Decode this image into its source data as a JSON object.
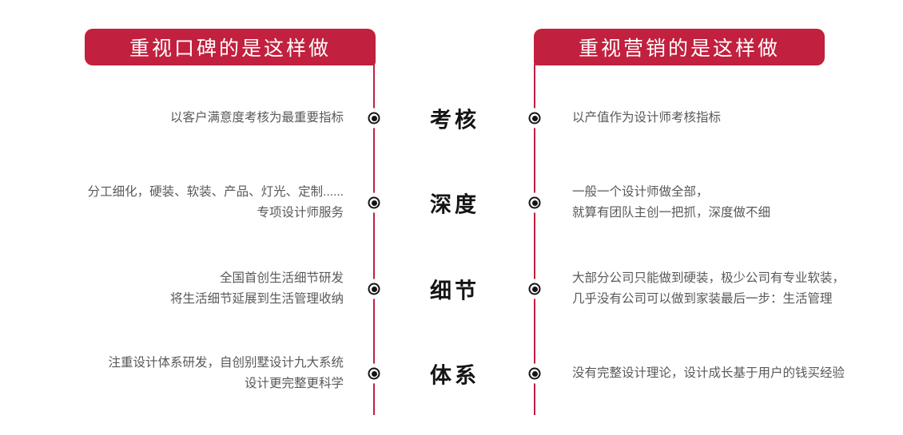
{
  "theme": {
    "accent_red": "#C1203E",
    "body_text_gray": "#5a5858",
    "label_black": "#141414",
    "background": "#ffffff"
  },
  "left_column": {
    "header": "重视口碑的是这样做",
    "items": [
      {
        "lines": [
          "以客户满意度考核为最重要指标"
        ]
      },
      {
        "lines": [
          "分工细化，硬装、软装、产品、灯光、定制......",
          "专项设计师服务"
        ]
      },
      {
        "lines": [
          "全国首创生活细节研发",
          "将生活细节延展到生活管理收纳"
        ]
      },
      {
        "lines": [
          "注重设计体系研发，自创别墅设计九大系统",
          "设计更完整更科学"
        ]
      }
    ]
  },
  "center_labels": [
    "考核",
    "深度",
    "细节",
    "体系"
  ],
  "right_column": {
    "header": "重视营销的是这样做",
    "items": [
      {
        "lines": [
          "以产值作为设计师考核指标"
        ]
      },
      {
        "lines": [
          "一般一个设计师做全部，",
          "就算有团队主创一把抓，深度做不细"
        ]
      },
      {
        "lines": [
          "大部分公司只能做到硬装，极少公司有专业软装，",
          "几乎没有公司可以做到家装最后一步：生活管理"
        ]
      },
      {
        "lines": [
          "没有完整设计理论，设计成长基于用户的钱买经验"
        ]
      }
    ]
  }
}
